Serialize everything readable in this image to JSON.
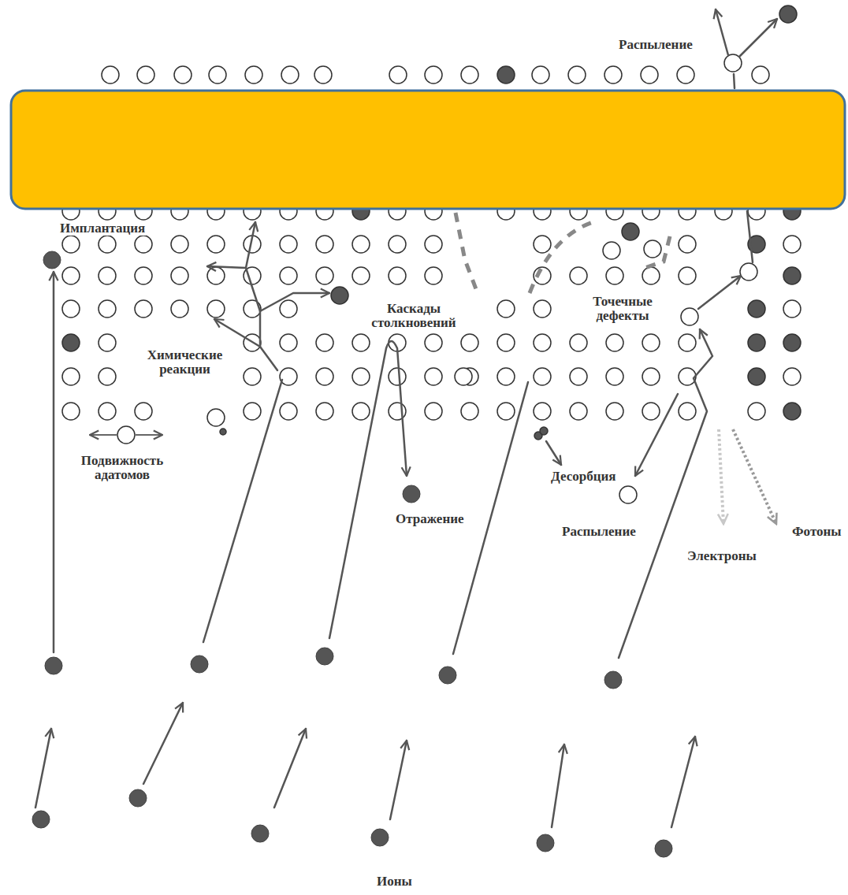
{
  "diagram": {
    "labels": [
      "Распыление",
      "Имплантация",
      "Химические реакции",
      "Каскады столкновений",
      "Точечные дефекты",
      "Подвижность адатомов",
      "Отражение",
      "Десорбция",
      "Распыление",
      "Электроны",
      "Фотоны",
      "Ионы"
    ]
  }
}
